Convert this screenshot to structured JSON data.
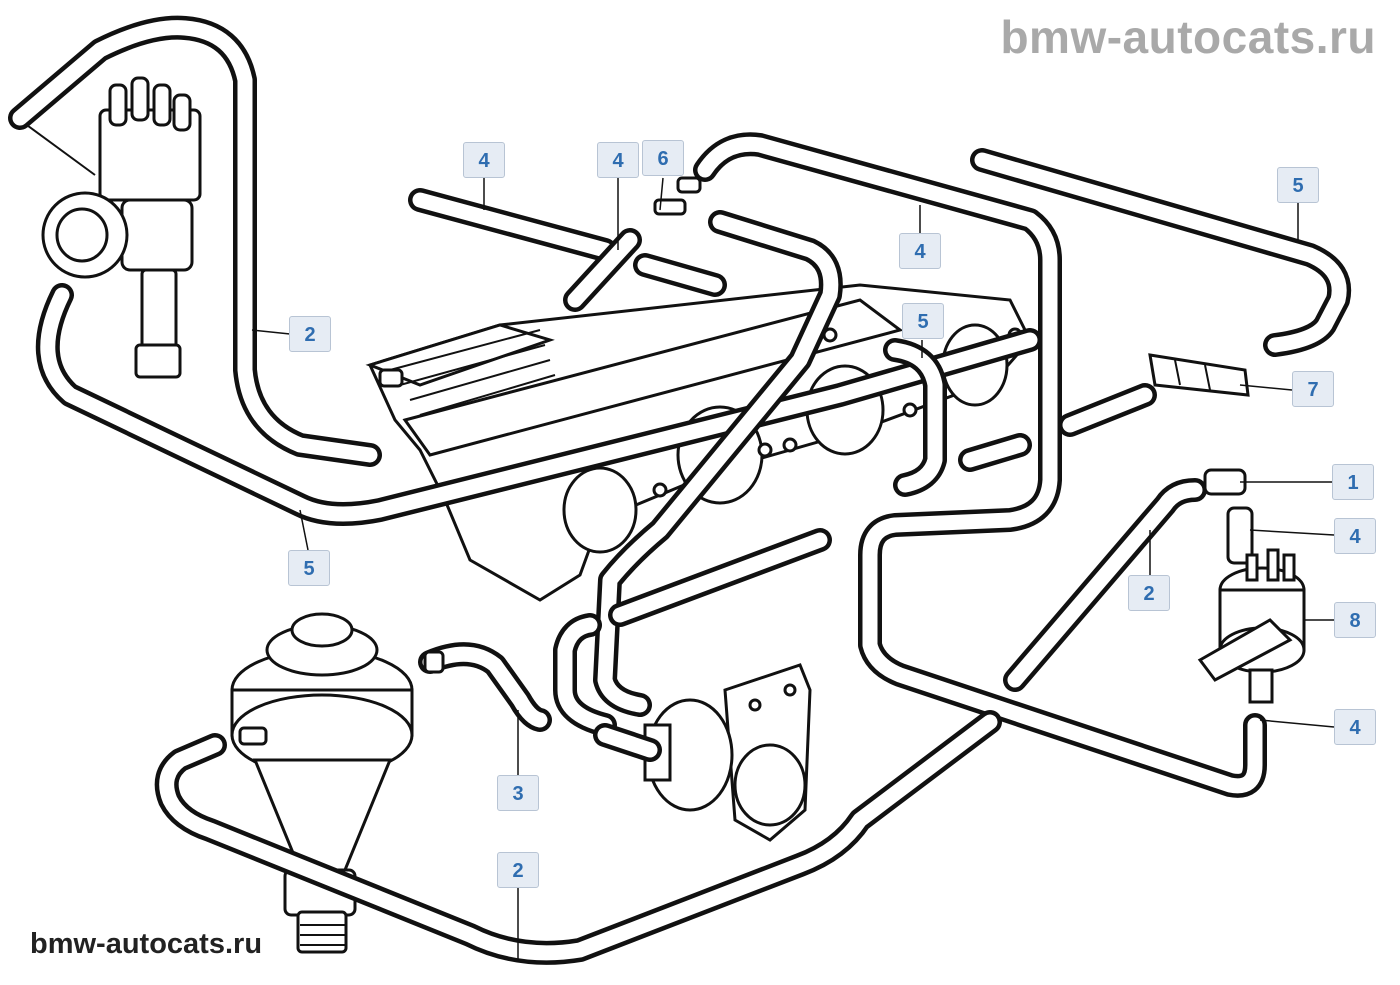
{
  "watermarks": {
    "top": "bmw-autocats.ru",
    "bottom": "bmw-autocats.ru"
  },
  "callouts": [
    {
      "id": "c-4-left",
      "label": "4"
    },
    {
      "id": "c-4-center",
      "label": "4"
    },
    {
      "id": "c-6",
      "label": "6"
    },
    {
      "id": "c-4-mid",
      "label": "4"
    },
    {
      "id": "c-5-topright",
      "label": "5"
    },
    {
      "id": "c-2-distributor",
      "label": "2"
    },
    {
      "id": "c-5-manifold",
      "label": "5"
    },
    {
      "id": "c-7",
      "label": "7"
    },
    {
      "id": "c-1",
      "label": "1"
    },
    {
      "id": "c-4-valve-top",
      "label": "4"
    },
    {
      "id": "c-2-right",
      "label": "2"
    },
    {
      "id": "c-8",
      "label": "8"
    },
    {
      "id": "c-4-valve-bottom",
      "label": "4"
    },
    {
      "id": "c-5-left",
      "label": "5"
    },
    {
      "id": "c-3",
      "label": "3"
    },
    {
      "id": "c-2-bottom",
      "label": "2"
    }
  ],
  "colors": {
    "line": "#111111",
    "callout_text": "#2f6db0",
    "callout_bg": "#e6ecf4",
    "watermark_top": "#a9a9a9",
    "watermark_bottom": "#222222"
  }
}
